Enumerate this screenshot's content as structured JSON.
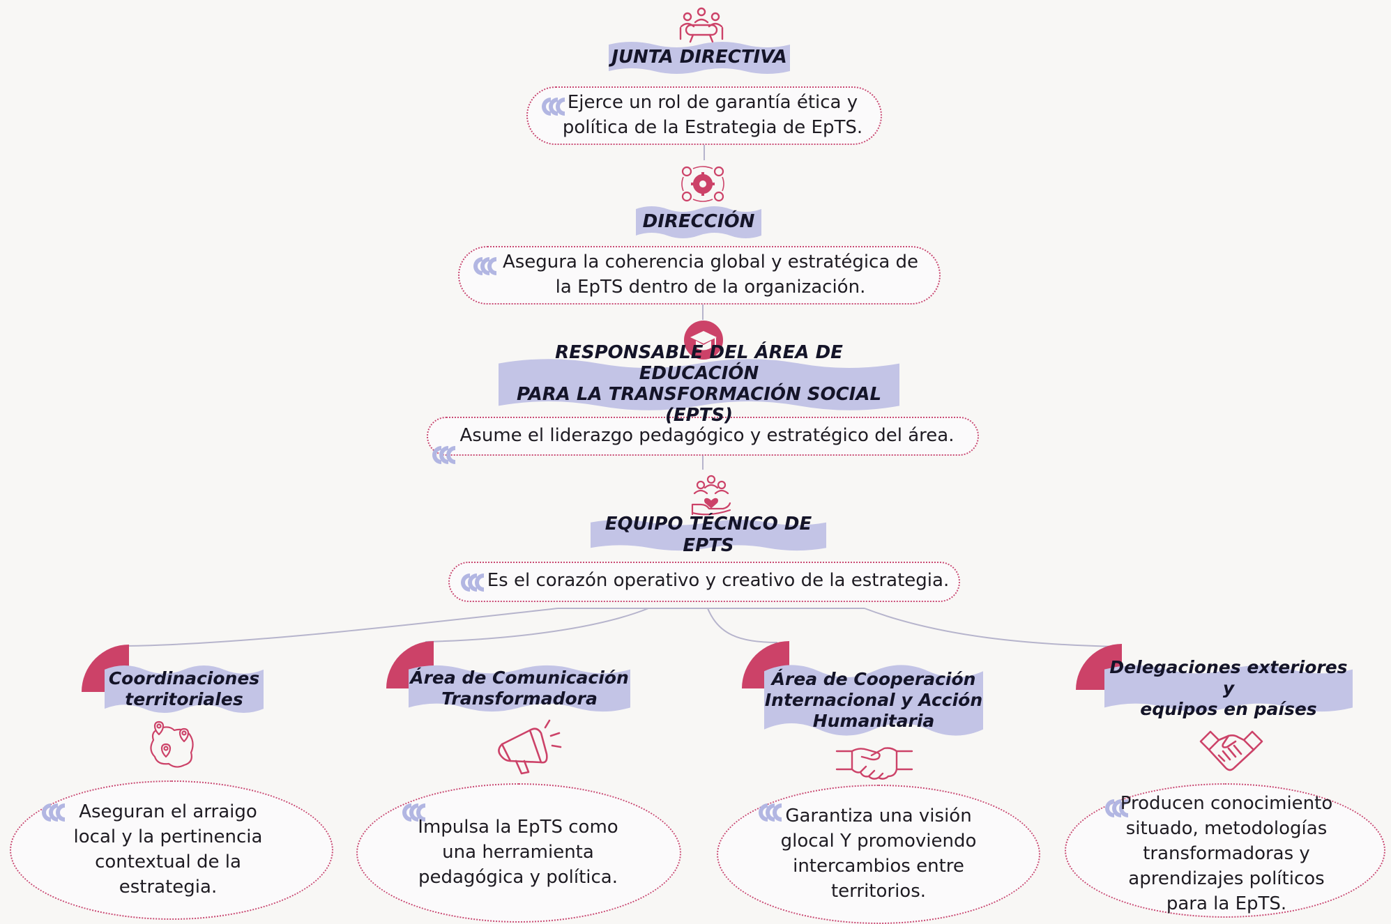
{
  "colors": {
    "accent": "#cc4268",
    "banner": "#c3c4e6",
    "quote": "#b2b6e2",
    "connector": "#b6b4cc",
    "background": "#f8f7f5"
  },
  "levels": [
    {
      "title": "JUNTA DIRECTIVA",
      "icon": "meeting-table-icon",
      "description": [
        "Ejerce un rol de garantía ética y",
        "política de la Estrategia de EpTS."
      ]
    },
    {
      "title": "DIRECCIÓN",
      "icon": "gear-team-icon",
      "description": [
        "Asegura la coherencia global y estratégica de",
        "la EpTS dentro de la organización."
      ]
    },
    {
      "title_lines": [
        "RESPONSABLE DEL ÁREA DE EDUCACIÓN",
        "PARA LA TRANSFORMACIÓN SOCIAL (EPTS)"
      ],
      "icon": "graduation-cap-icon",
      "description": [
        "Asume el liderazgo pedagógico y estratégico del área."
      ]
    },
    {
      "title": "EQUIPO TÉCNICO DE EPTS",
      "icon": "team-care-icon",
      "description": [
        "Es el corazón operativo y creativo de la estrategia."
      ]
    }
  ],
  "branches": [
    {
      "title_lines": [
        "Coordinaciones",
        "territoriales"
      ],
      "icon": "map-pins-icon",
      "description": [
        "Aseguran el arraigo",
        "local y la pertinencia",
        "contextual de la",
        "estrategia."
      ]
    },
    {
      "title_lines": [
        "Área de Comunicación",
        "Transformadora"
      ],
      "icon": "megaphone-icon",
      "description": [
        "Impulsa la EpTS como",
        "una herramienta",
        "pedagógica y política."
      ]
    },
    {
      "title_lines": [
        "Área de Cooperación",
        "Internacional y Acción",
        "Humanitaria"
      ],
      "icon": "handshake-icon",
      "description": [
        "Garantiza una visión",
        "glocal Y promoviendo",
        "intercambios entre",
        "territorios."
      ]
    },
    {
      "title_lines": [
        "Delegaciones exteriores y",
        "equipos en países"
      ],
      "icon": "handshake-icon",
      "description": [
        "Producen conocimiento",
        "situado, metodologías",
        "transformadoras y",
        "aprendizajes políticos",
        "para la EpTS."
      ]
    }
  ]
}
